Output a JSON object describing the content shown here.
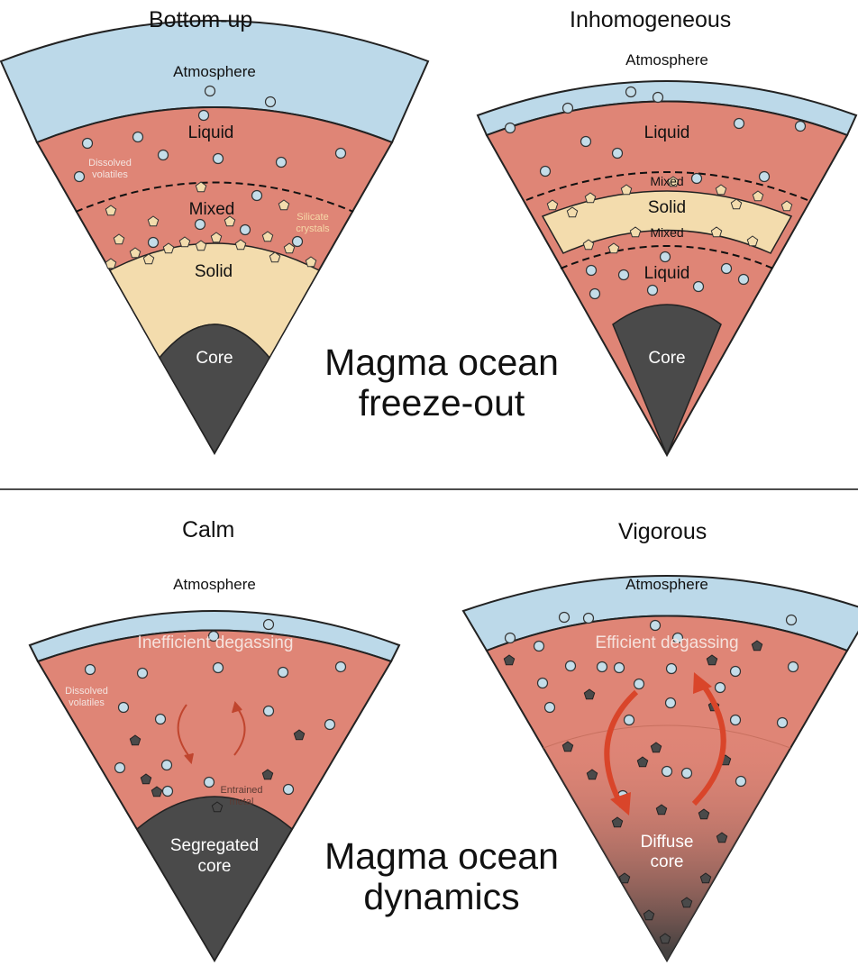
{
  "top": {
    "section_label": {
      "line1": "Magma ocean",
      "line2": "freeze-out"
    },
    "panels": [
      {
        "title": "Bottom-up",
        "layers": {
          "atmosphere": "Atmosphere",
          "liquid": "Liquid",
          "mixed": "Mixed",
          "solid": "Solid",
          "core": "Core"
        },
        "annotations": {
          "volatiles_line1": "Dissolved",
          "volatiles_line2": "volatiles",
          "crystals_line1": "Silicate",
          "crystals_line2": "crystals"
        }
      },
      {
        "title": "Inhomogeneous",
        "layers": {
          "atmosphere": "Atmosphere",
          "liquid_upper": "Liquid",
          "mixed_upper": "Mixed",
          "solid": "Solid",
          "mixed_lower": "Mixed",
          "liquid_lower": "Liquid",
          "core": "Core"
        }
      }
    ]
  },
  "bottom": {
    "section_label": {
      "line1": "Magma ocean",
      "line2": "dynamics"
    },
    "panels": [
      {
        "title": "Calm",
        "layers": {
          "atmosphere": "Atmosphere",
          "core_line1": "Segregated",
          "core_line2": "core"
        },
        "annotations": {
          "degassing": "Inefficient degassing",
          "volatiles_line1": "Dissolved",
          "volatiles_line2": "volatiles",
          "metal_line1": "Entrained",
          "metal_line2": "metal"
        }
      },
      {
        "title": "Vigorous",
        "layers": {
          "atmosphere": "Atmosphere",
          "core_line1": "Diffuse",
          "core_line2": "core"
        },
        "annotations": {
          "degassing": "Efficient degassing"
        }
      }
    ]
  },
  "colors": {
    "atmosphere": "#bcd9e9",
    "magma": "#df8576",
    "solid": "#f3dcad",
    "core": "#4a4a4a",
    "bubble": "#c4dde9",
    "crystal": "#f3dcad",
    "metal": "#4a4a4a",
    "arrow": "#d9452a"
  }
}
